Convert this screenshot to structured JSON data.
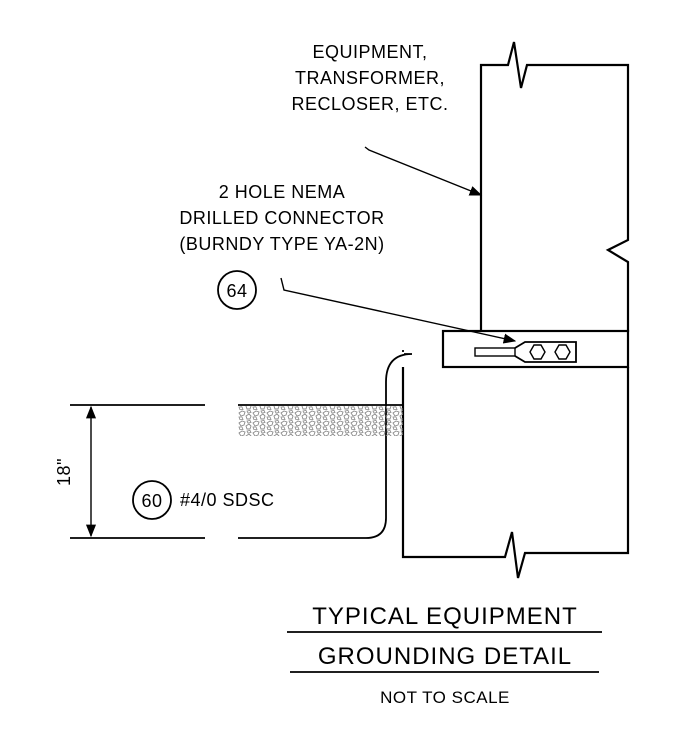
{
  "callouts": {
    "equipment": [
      "EQUIPMENT,",
      "TRANSFORMER,",
      "RECLOSER, ETC."
    ],
    "connector": [
      "2 HOLE NEMA",
      "DRILLED CONNECTOR",
      "(BURNDY TYPE YA-2N)"
    ],
    "connector_tag": "64",
    "conductor_tag": "60",
    "conductor_label": "#4/0 SDSC",
    "depth": "18\""
  },
  "title": {
    "line1": "TYPICAL EQUIPMENT",
    "line2": "GROUNDING DETAIL",
    "scale": "NOT TO SCALE"
  },
  "colors": {
    "line": "#000000",
    "gravel": "#8a8a8a",
    "background": "#ffffff"
  }
}
